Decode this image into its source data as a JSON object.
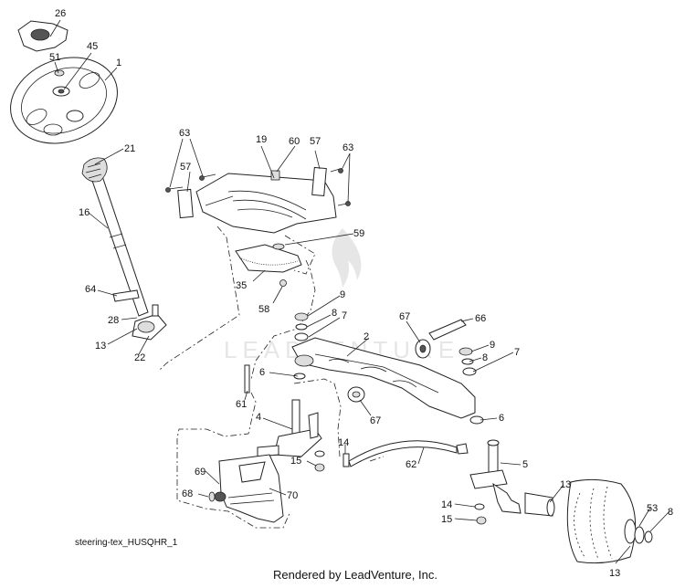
{
  "diagram": {
    "ref_code": "steering-tex_HUSQHR_1",
    "watermark": "LEADVENTURE",
    "footer": "Rendered by LeadVenture, Inc.",
    "callouts": [
      {
        "id": "c26a",
        "text": "26"
      },
      {
        "id": "c45",
        "text": "45"
      },
      {
        "id": "c51",
        "text": "51"
      },
      {
        "id": "c1",
        "text": "1"
      },
      {
        "id": "c21",
        "text": "21"
      },
      {
        "id": "c16",
        "text": "16"
      },
      {
        "id": "c64",
        "text": "64"
      },
      {
        "id": "c28",
        "text": "28"
      },
      {
        "id": "c13a",
        "text": "13"
      },
      {
        "id": "c22",
        "text": "22"
      },
      {
        "id": "c63a",
        "text": "63"
      },
      {
        "id": "c57a",
        "text": "57"
      },
      {
        "id": "c19",
        "text": "19"
      },
      {
        "id": "c60",
        "text": "60"
      },
      {
        "id": "c57b",
        "text": "57"
      },
      {
        "id": "c63b",
        "text": "63"
      },
      {
        "id": "c59",
        "text": "59"
      },
      {
        "id": "c35",
        "text": "35"
      },
      {
        "id": "c58",
        "text": "58"
      },
      {
        "id": "c9a",
        "text": "9"
      },
      {
        "id": "c8a",
        "text": "8"
      },
      {
        "id": "c7a",
        "text": "7"
      },
      {
        "id": "c67a",
        "text": "67"
      },
      {
        "id": "c66",
        "text": "66"
      },
      {
        "id": "c2",
        "text": "2"
      },
      {
        "id": "c9b",
        "text": "9"
      },
      {
        "id": "c8b",
        "text": "8"
      },
      {
        "id": "c7b",
        "text": "7"
      },
      {
        "id": "c6a",
        "text": "6"
      },
      {
        "id": "c61",
        "text": "61"
      },
      {
        "id": "c67b",
        "text": "67"
      },
      {
        "id": "c6b",
        "text": "6"
      },
      {
        "id": "c4",
        "text": "4"
      },
      {
        "id": "c14a",
        "text": "14"
      },
      {
        "id": "c15a",
        "text": "15"
      },
      {
        "id": "c62",
        "text": "62"
      },
      {
        "id": "c5",
        "text": "5"
      },
      {
        "id": "c69",
        "text": "69"
      },
      {
        "id": "c68",
        "text": "68"
      },
      {
        "id": "c70",
        "text": "70"
      },
      {
        "id": "c13b",
        "text": "13"
      },
      {
        "id": "c14b",
        "text": "14"
      },
      {
        "id": "c15b",
        "text": "15"
      },
      {
        "id": "c53",
        "text": "53"
      },
      {
        "id": "c8c",
        "text": "8"
      },
      {
        "id": "c13c",
        "text": "13"
      }
    ]
  }
}
